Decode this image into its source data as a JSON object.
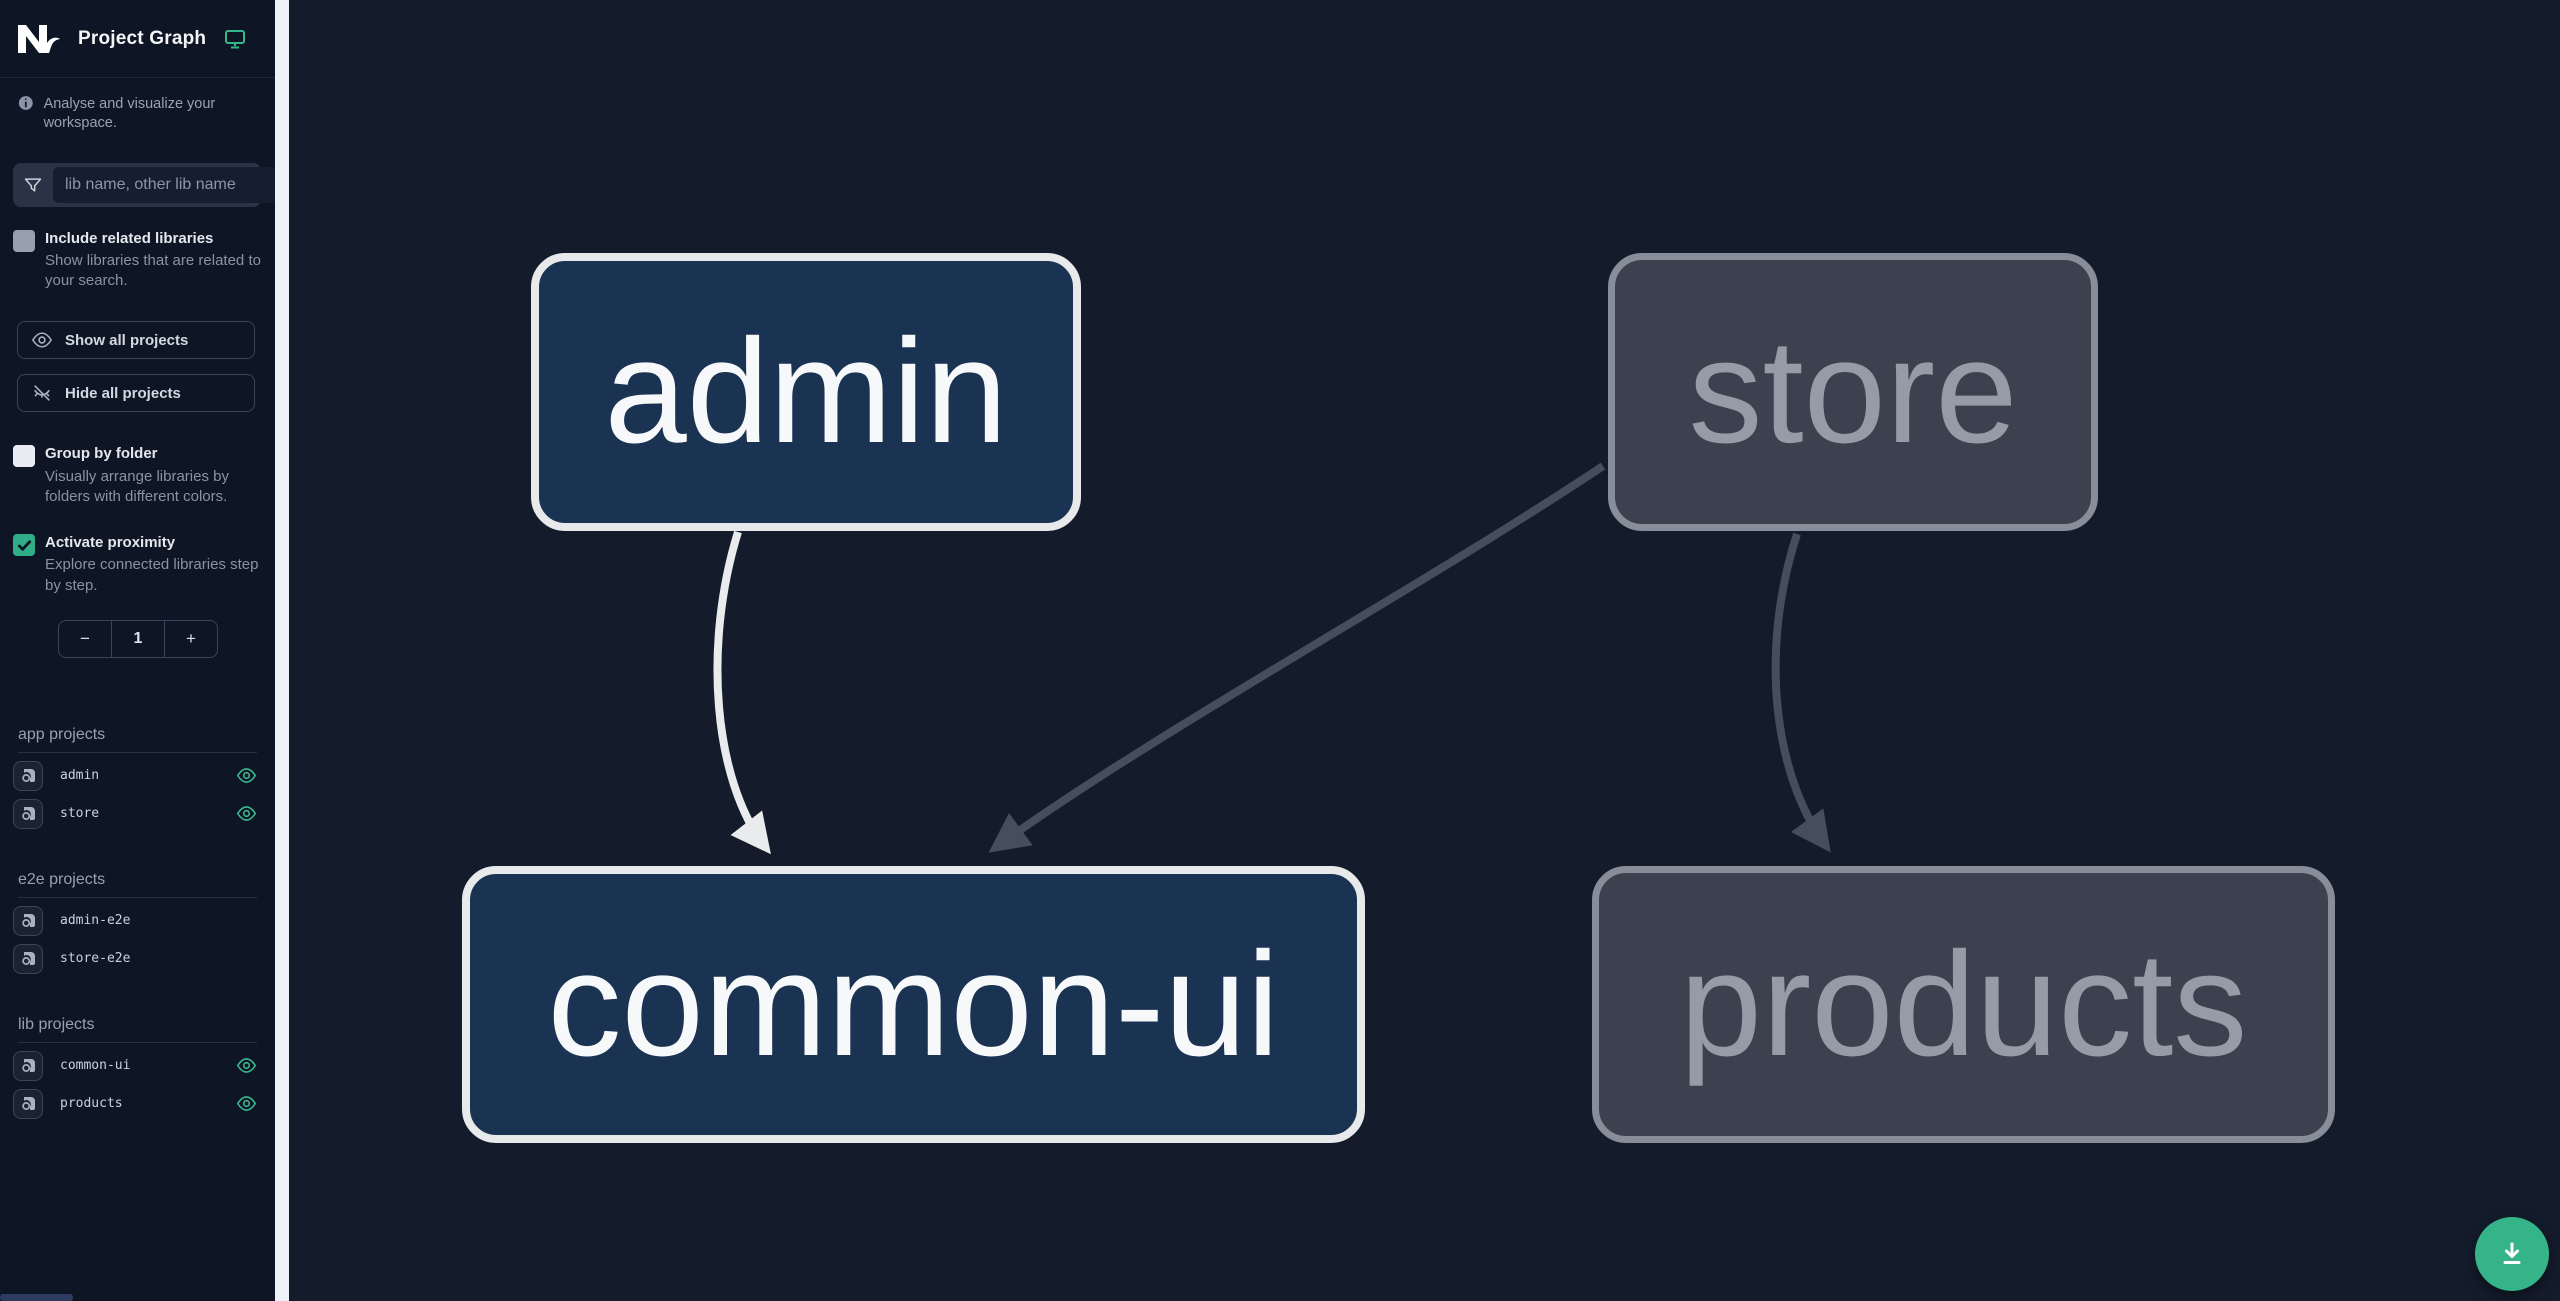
{
  "app": {
    "title": "Project Graph"
  },
  "tagline": "Analyse and visualize your workspace.",
  "search": {
    "placeholder": "lib name, other lib name"
  },
  "checkboxes": {
    "related": {
      "label": "Include related libraries",
      "description": "Show libraries that are related to your search.",
      "checked": false
    },
    "group": {
      "label": "Group by folder",
      "description": "Visually arrange libraries by folders with different colors.",
      "checked": false
    },
    "proximity": {
      "label": "Activate proximity",
      "description": "Explore connected libraries step by step.",
      "checked": true
    }
  },
  "actions": {
    "show_all": "Show all projects",
    "hide_all": "Hide all projects"
  },
  "stepper": {
    "decrease": "−",
    "value": "1",
    "increase": "+"
  },
  "sections": [
    {
      "title": "app projects",
      "items": [
        {
          "name": "admin",
          "visible": true
        },
        {
          "name": "store",
          "visible": true
        }
      ]
    },
    {
      "title": "e2e projects",
      "items": [
        {
          "name": "admin-e2e",
          "visible": false
        },
        {
          "name": "store-e2e",
          "visible": false
        }
      ]
    },
    {
      "title": "lib projects",
      "items": [
        {
          "name": "common-ui",
          "visible": true
        },
        {
          "name": "products",
          "visible": true
        }
      ]
    }
  ],
  "graph": {
    "nodes": [
      {
        "label": "admin",
        "type": "app",
        "state": "focused"
      },
      {
        "label": "store",
        "type": "app",
        "state": "muted"
      },
      {
        "label": "common-ui",
        "type": "lib",
        "state": "focused"
      },
      {
        "label": "products",
        "type": "lib",
        "state": "muted"
      }
    ],
    "edges": [
      {
        "from": "admin",
        "to": "common-ui",
        "state": "focused"
      },
      {
        "from": "store",
        "to": "common-ui",
        "state": "muted"
      },
      {
        "from": "store",
        "to": "products",
        "state": "muted"
      }
    ]
  },
  "colors": {
    "accent_green": "#34b789",
    "canvas_bg": "#141b2b",
    "sidebar_bg": "#0e1524",
    "node_focused_fill": "#1a3352",
    "node_focused_border": "#e7e9eb",
    "node_muted_fill": "#3b414e",
    "node_muted_border": "#878e99",
    "edge_focused": "#e9ebed",
    "edge_muted": "#454e5d"
  }
}
